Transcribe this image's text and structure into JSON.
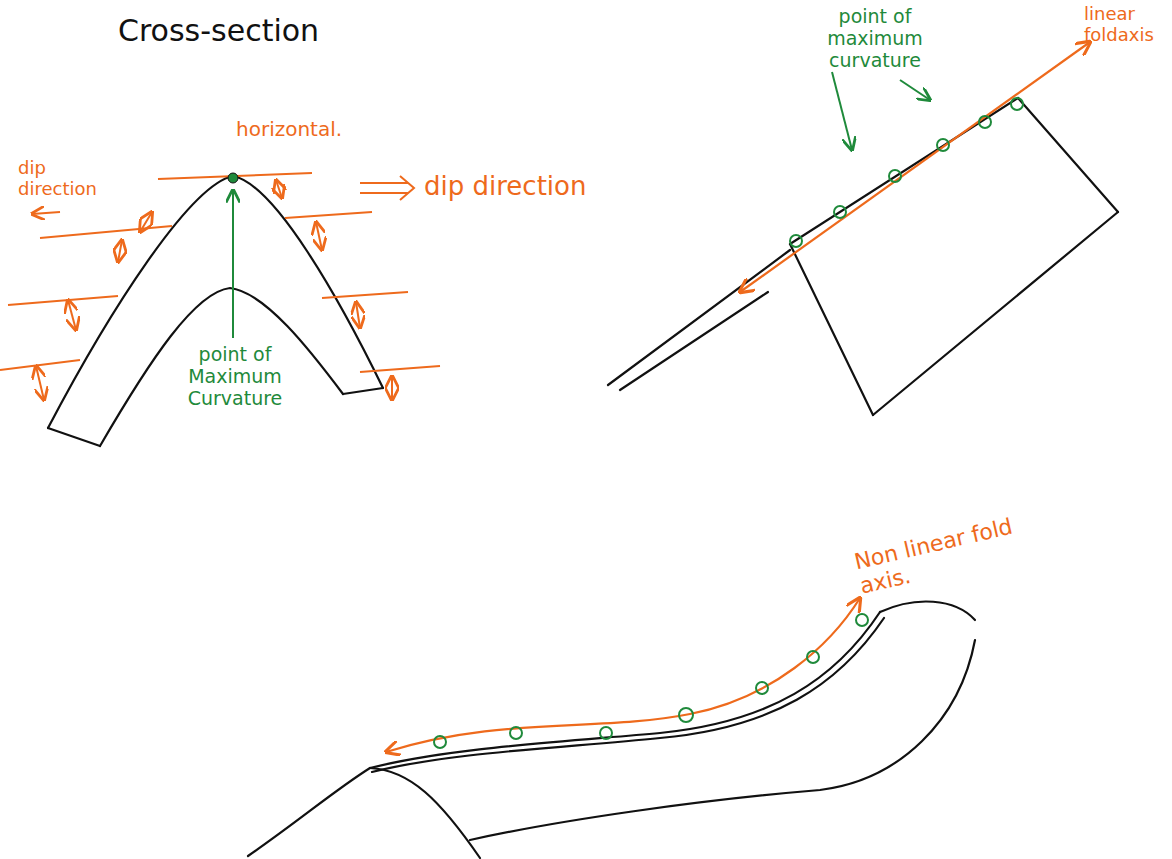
{
  "diagram": {
    "title": "Cross-section",
    "labels": [
      "horizontal.",
      "dip direction",
      "dip direction",
      "point of Maximum Curvature",
      "point of maximum curvature",
      "linear foldaxis",
      "Non linear fold axis."
    ]
  }
}
